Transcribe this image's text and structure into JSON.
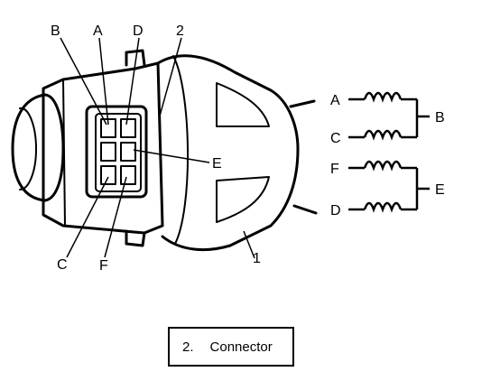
{
  "labels": {
    "top_b": "B",
    "top_a": "A",
    "top_d": "D",
    "top_2": "2",
    "mid_e": "E",
    "bottom_c": "C",
    "bottom_f": "F",
    "bottom_1": "1"
  },
  "schematic": {
    "coil_a": "A",
    "coil_c": "C",
    "coil_f": "F",
    "coil_d": "D",
    "common_b": "B",
    "common_e": "E"
  },
  "caption": {
    "number": "2.",
    "text": "Connector"
  }
}
